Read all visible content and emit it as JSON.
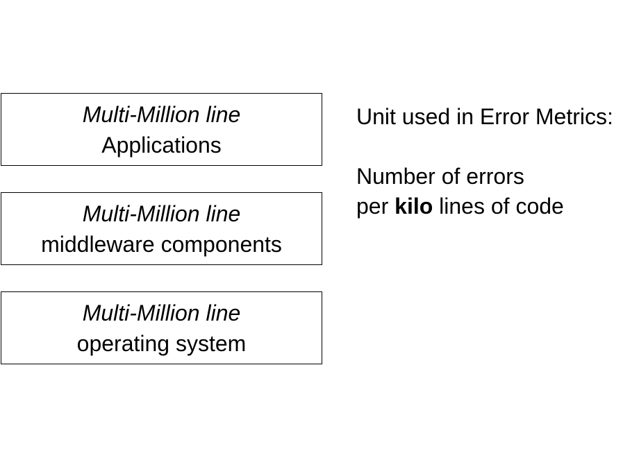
{
  "stack": [
    {
      "italic": "Multi-Million line",
      "label": "Applications"
    },
    {
      "italic": "Multi-Million line",
      "label": "middleware components"
    },
    {
      "italic": "Multi-Million line",
      "label": "operating system"
    }
  ],
  "notes": {
    "heading": "Unit used in Error Metrics:",
    "line1": "Number of errors",
    "line2_prefix": "per",
    "line2_bold": "kilo",
    "line2_suffix": "lines of code"
  }
}
